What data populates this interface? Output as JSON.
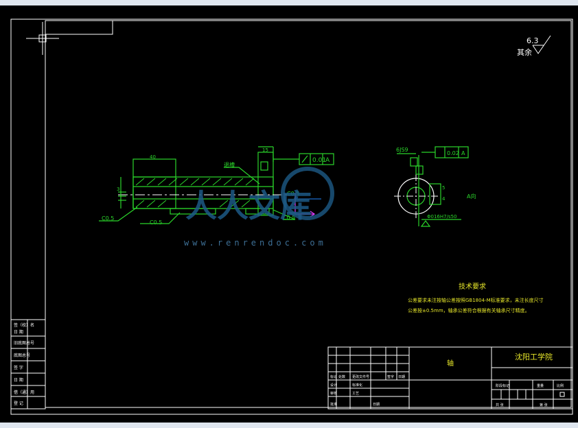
{
  "drawing": {
    "part_name": "轴",
    "school": "沈阳工学院",
    "roughness": {
      "value": "6.3",
      "label": "其余"
    },
    "dims": {
      "d40": "40",
      "d15": "15",
      "d3": "3",
      "groove": "退槽",
      "c05_a": "C0.5",
      "c05_b": "C0.5",
      "c05_c": "C0.5",
      "c05_d": "C0.5",
      "tol_runout": "0.01",
      "datum_a": "A",
      "ref_6js9": "6JS9",
      "tol_sym": "0.02",
      "datum_a2": "A",
      "d5": "5",
      "n4": "4",
      "a_view": "A向",
      "fit": "Φ016H7/s50"
    },
    "tech": {
      "title": "技术要求",
      "line1": "公差要求未注按轴公差按照GB1804-M标准要求，未注长度尺寸",
      "line2": "公差按±0.5mm，轴承公差符合根据有关轴承尺寸精度。"
    },
    "side_block": {
      "r1": "签（校）名",
      "r2": "日 期",
      "r3": "旧底图总号",
      "r4": "底图总号",
      "r5": "签 字",
      "r6": "日 期",
      "r7": "借（通）用",
      "r8": "登 记"
    },
    "titleblock": {
      "row_a": [
        "标记",
        "处数",
        "更改文件号",
        "签字",
        "日期"
      ],
      "row_b": [
        "设计",
        "标准化"
      ],
      "row_c": [
        "审核",
        "工艺"
      ],
      "row_d": [
        "批准",
        "日期"
      ],
      "stage": [
        "阶段标记",
        "重量",
        "比例"
      ],
      "sheet": [
        "共 张",
        "第 张"
      ]
    },
    "watermark": {
      "cn": "人人文库",
      "url": "www.renrendoc.com"
    }
  }
}
